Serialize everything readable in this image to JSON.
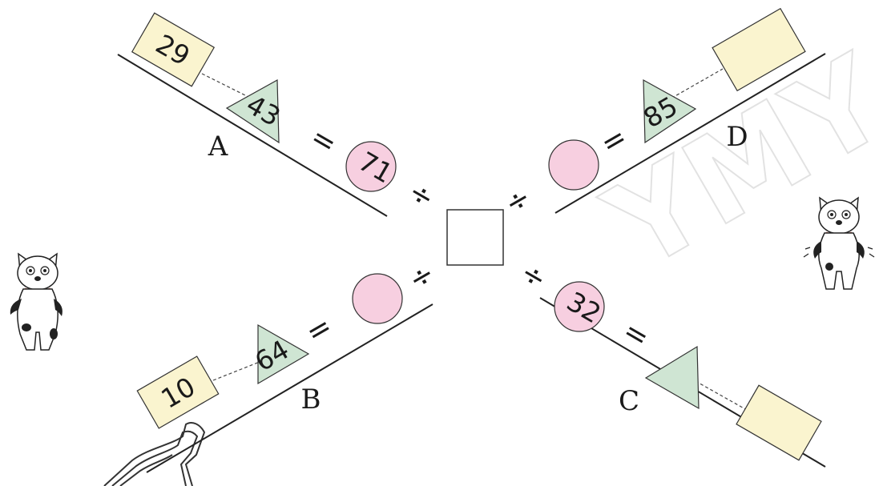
{
  "puzzle": {
    "center_value": "",
    "operators": {
      "equals": "=",
      "divide": "÷"
    },
    "branches": {
      "A": {
        "letter": "A",
        "rectangle": "29",
        "triangle": "43",
        "circle": "71"
      },
      "B": {
        "letter": "B",
        "rectangle": "10",
        "triangle": "64",
        "circle": ""
      },
      "C": {
        "letter": "C",
        "rectangle": "",
        "triangle": "",
        "circle": "32"
      },
      "D": {
        "letter": "D",
        "rectangle": "",
        "triangle": "85",
        "circle": ""
      }
    }
  },
  "watermark": {
    "text": "YMY"
  },
  "colors": {
    "rectangle": "#faf4cf",
    "triangle": "#cfe5d3",
    "circle": "#f7cfe0",
    "line": "#222222"
  },
  "decorations": [
    "lucky-cat-left",
    "lucky-cat-right",
    "magnet-outline"
  ]
}
